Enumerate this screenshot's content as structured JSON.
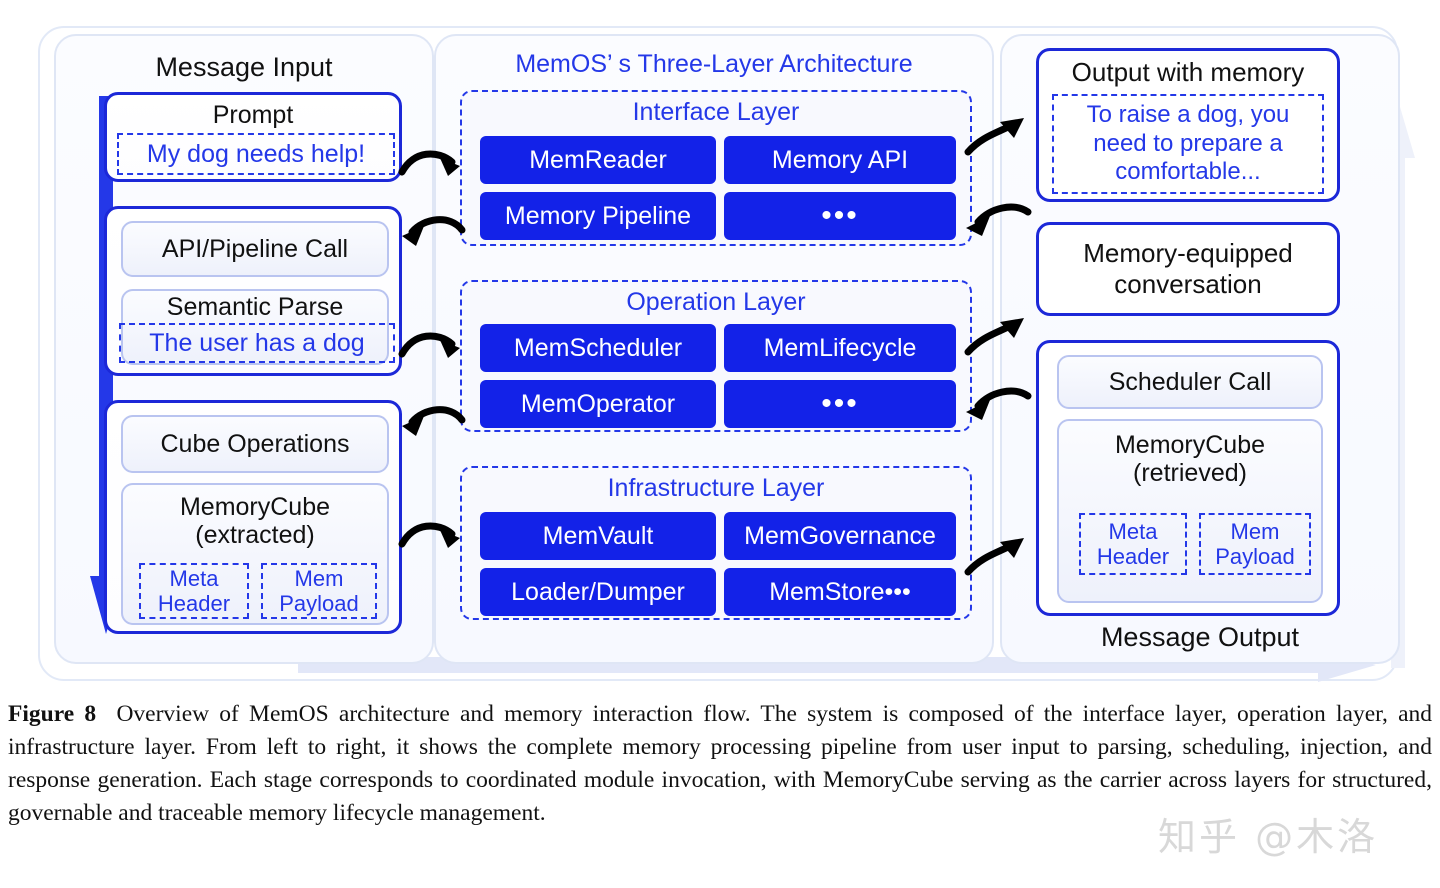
{
  "figure": {
    "caption_label": "Figure 8",
    "caption_text": "Overview of MemOS architecture and memory interaction flow. The system is composed of the interface layer, operation layer, and infrastructure layer. From left to right, it shows the complete memory processing pipeline from user input to parsing, scheduling, injection, and response generation. Each stage corresponds to coordinated module invocation, with MemoryCube serving as the carrier across layers for structured, governable and traceable memory lifecycle management.",
    "watermark": "知乎 @木洛"
  },
  "left": {
    "title": "Message Input",
    "prompt": {
      "label": "Prompt",
      "quote": "My dog needs help!"
    },
    "parse": {
      "api_label": "API/Pipeline Call",
      "semantic_label": "Semantic Parse",
      "quote": "The user has a dog"
    },
    "cube": {
      "ops_label": "Cube Operations",
      "title_line1": "MemoryCube",
      "title_line2": "(extracted)",
      "meta_line1": "Meta",
      "meta_line2": "Header",
      "payload_line1": "Mem",
      "payload_line2": "Payload"
    }
  },
  "center": {
    "title": "MemOS’ s Three-Layer Architecture",
    "layers": [
      {
        "name": "Interface Layer",
        "modules": [
          "MemReader",
          "Memory API",
          "Memory Pipeline",
          "•••"
        ]
      },
      {
        "name": "Operation Layer",
        "modules": [
          "MemScheduler",
          "MemLifecycle",
          "MemOperator",
          "•••"
        ]
      },
      {
        "name": "Infrastructure Layer",
        "modules": [
          "MemVault",
          "MemGovernance",
          "Loader/Dumper",
          "MemStore•••"
        ]
      }
    ]
  },
  "right": {
    "output_memory": {
      "title": "Output with memory",
      "quote": "To raise a dog, you need to prepare a comfortable..."
    },
    "conversation": {
      "line1": "Memory-equipped",
      "line2": "conversation"
    },
    "scheduler": {
      "call_label": "Scheduler Call",
      "title_line1": "MemoryCube",
      "title_line2": "(retrieved)",
      "meta_line1": "Meta",
      "meta_line2": "Header",
      "payload_line1": "Mem",
      "payload_line2": "Payload"
    },
    "footer_title": "Message Output"
  },
  "colors": {
    "accent_blue": "#1322e8",
    "border_blue": "#1c28d8",
    "text_blue": "#2438e8",
    "light_border": "#dfe6f5"
  }
}
